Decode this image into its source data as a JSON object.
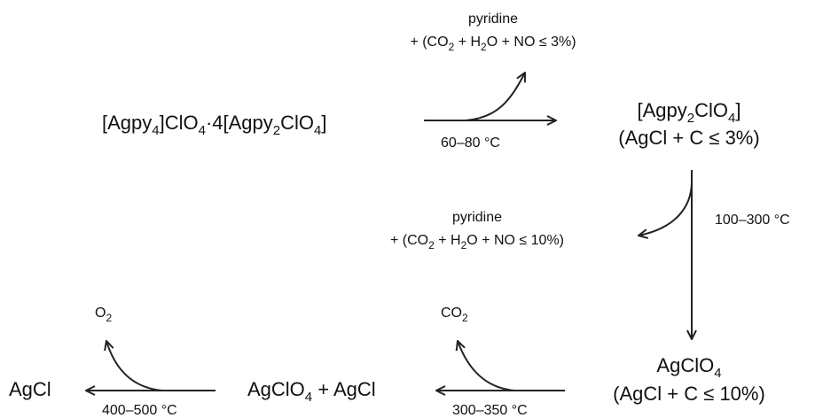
{
  "scheme": {
    "compounds": {
      "start": {
        "parts": [
          "[Agpy",
          "4",
          "]ClO",
          "4",
          "·4[Agpy",
          "2",
          "ClO",
          "4",
          "]"
        ]
      },
      "intermediate1": {
        "line1": [
          "[Agpy",
          "2",
          "ClO",
          "4",
          "]"
        ],
        "line2": "(AgCl + C ≤ 3%)"
      },
      "intermediate2": {
        "line1": [
          "AgClO",
          "4"
        ],
        "line2": "(AgCl + C ≤ 10%)"
      },
      "intermediate3": {
        "parts": [
          "AgClO",
          "4",
          " + AgCl"
        ]
      },
      "product": {
        "label": "AgCl"
      }
    },
    "steps": [
      {
        "temperature": "60–80 °C",
        "released": "pyridine",
        "released2": [
          "+ (CO",
          "2",
          " + H",
          "2",
          "O + NO ≤ 3%)"
        ]
      },
      {
        "temperature": "100–300 °C",
        "released": "pyridine",
        "released2": [
          "+ (CO",
          "2",
          " + H",
          "2",
          "O + NO ≤ 10%)"
        ]
      },
      {
        "temperature": "300–350 °C",
        "released": [
          "CO",
          "2"
        ]
      },
      {
        "temperature": "400–500 °C",
        "released": [
          "O",
          "2"
        ]
      }
    ],
    "colors": {
      "ink": "#111111",
      "arrow": "#222222"
    }
  }
}
